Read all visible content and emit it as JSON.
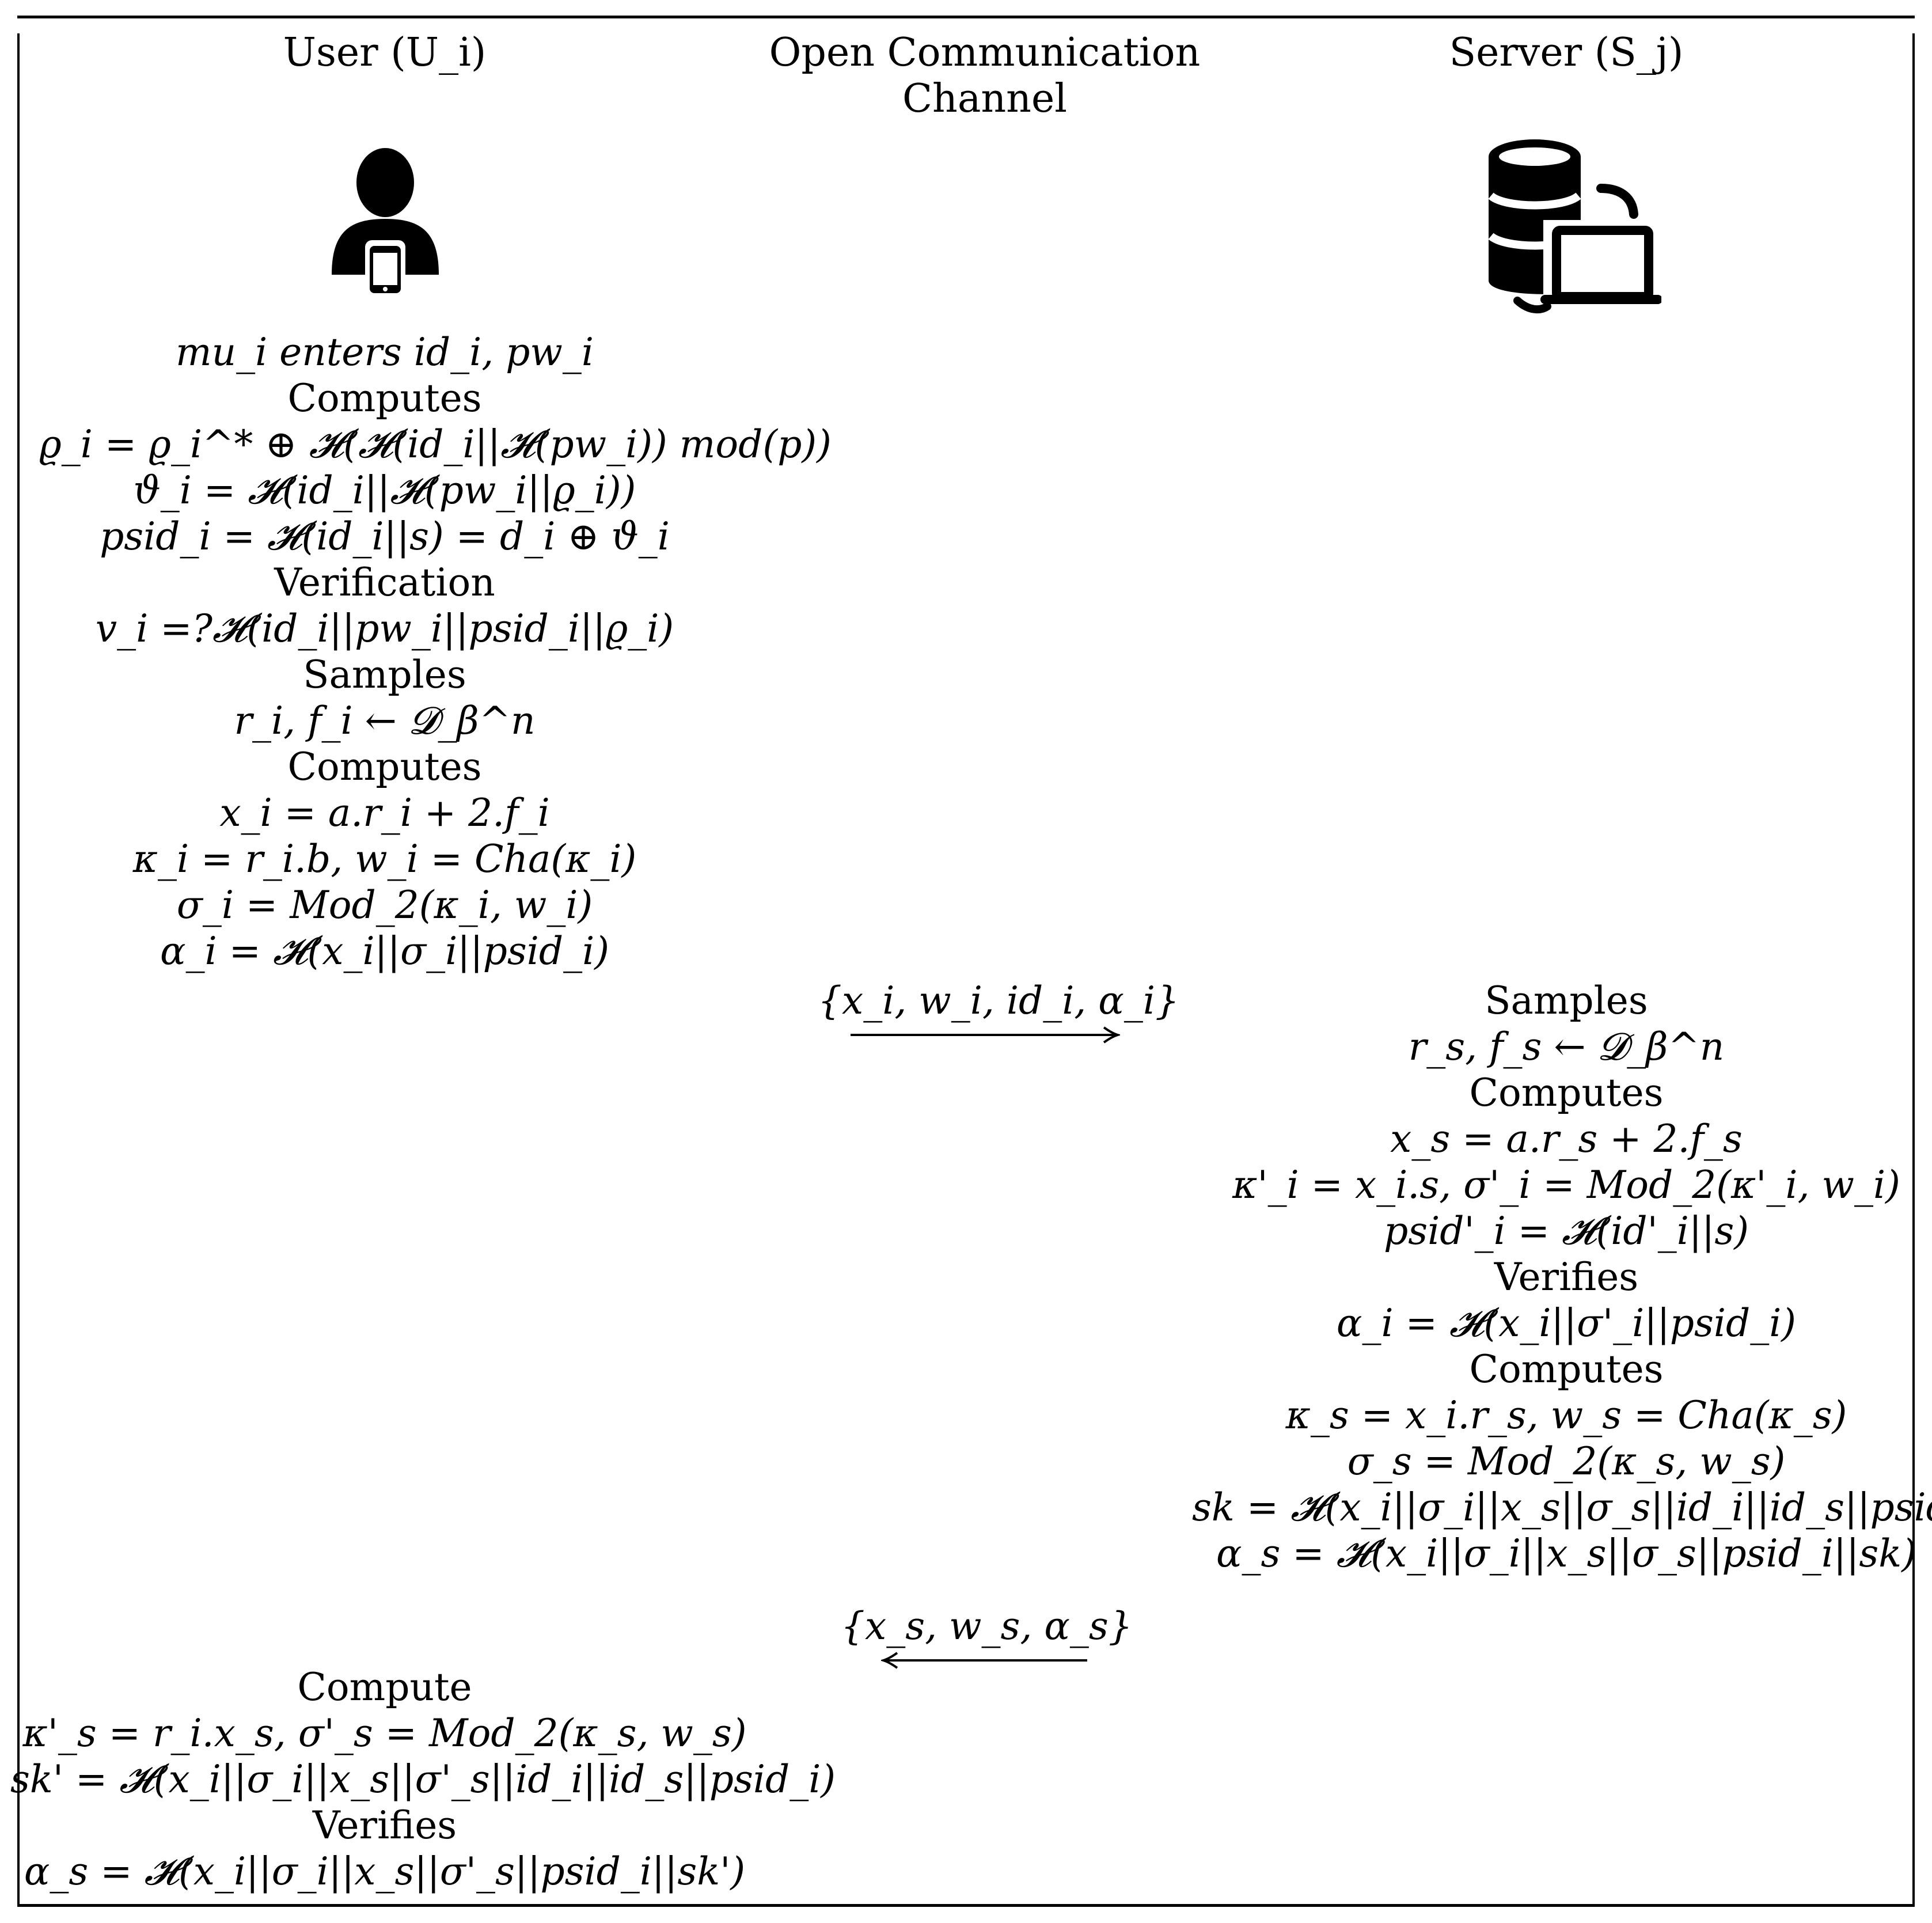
{
  "headers": {
    "user": "User (U_i)",
    "channel_line1": "Open Communication",
    "channel_line2": "Channel",
    "server": "Server (S_j)"
  },
  "icons": {
    "user": "user-with-phone-icon",
    "server": "database-with-laptop-icon"
  },
  "user_phase1": [
    {
      "text": "mu_i enters id_i, pw_i",
      "kind": "math"
    },
    {
      "text": "Computes",
      "kind": "word"
    },
    {
      "text": "ϱ_i = ϱ_i^* ⊕ 𝓗(𝓗(id_i||𝓗(pw_i)) mod(p))",
      "kind": "math"
    },
    {
      "text": "ϑ_i = 𝓗(id_i||𝓗(pw_i||ϱ_i))",
      "kind": "math"
    },
    {
      "text": "psid_i = 𝓗(id_i||s) = d_i ⊕ ϑ_i",
      "kind": "math"
    },
    {
      "text": "Verification",
      "kind": "word"
    },
    {
      "text": "v_i =?𝓗(id_i||pw_i||psid_i||ϱ_i)",
      "kind": "math"
    },
    {
      "text": "Samples",
      "kind": "word"
    },
    {
      "text": "r_i, f_i ← 𝓓_β^n",
      "kind": "math"
    },
    {
      "text": "Computes",
      "kind": "word"
    },
    {
      "text": "x_i = a.r_i + 2.f_i",
      "kind": "math"
    },
    {
      "text": "κ_i = r_i.b, w_i = Cha(κ_i)",
      "kind": "math"
    },
    {
      "text": "σ_i = Mod_2(κ_i, w_i)",
      "kind": "math"
    },
    {
      "text": "α_i = 𝓗(x_i||σ_i||psid_i)",
      "kind": "math"
    }
  ],
  "message1": {
    "text": "{x_i, w_i, id_i, α_i}",
    "direction": "right"
  },
  "server_phase": [
    {
      "text": "Samples",
      "kind": "word"
    },
    {
      "text": "r_s, f_s ← 𝓓_β^n",
      "kind": "math"
    },
    {
      "text": "Computes",
      "kind": "word"
    },
    {
      "text": "x_s = a.r_s + 2.f_s",
      "kind": "math"
    },
    {
      "text": "κ'_i = x_i.s, σ'_i = Mod_2(κ'_i, w_i)",
      "kind": "math"
    },
    {
      "text": "psid'_i = 𝓗(id'_i||s)",
      "kind": "math"
    },
    {
      "text": "Verifies",
      "kind": "word"
    },
    {
      "text": "α_i = 𝓗(x_i||σ'_i||psid_i)",
      "kind": "math"
    },
    {
      "text": "Computes",
      "kind": "word"
    },
    {
      "text": "κ_s = x_i.r_s, w_s = Cha(κ_s)",
      "kind": "math"
    },
    {
      "text": "σ_s = Mod_2(κ_s, w_s)",
      "kind": "math"
    },
    {
      "text": "sk = 𝓗(x_i||σ_i||x_s||σ_s||id_i||id_s||psid_i)",
      "kind": "math"
    },
    {
      "text": "α_s = 𝓗(x_i||σ_i||x_s||σ_s||psid_i||sk)",
      "kind": "math"
    }
  ],
  "message2": {
    "text": "{x_s, w_s, α_s}",
    "direction": "left"
  },
  "user_phase2": [
    {
      "text": "Compute",
      "kind": "word"
    },
    {
      "text": "κ'_s = r_i.x_s, σ'_s = Mod_2(κ_s, w_s)",
      "kind": "math"
    },
    {
      "text": "sk' = 𝓗(x_i||σ_i||x_s||σ'_s||id_i||id_s||psid_i)",
      "kind": "math"
    },
    {
      "text": "Verifies",
      "kind": "word"
    },
    {
      "text": "α_s = 𝓗(x_i||σ_i||x_s||σ'_s||psid_i||sk')",
      "kind": "math"
    }
  ]
}
